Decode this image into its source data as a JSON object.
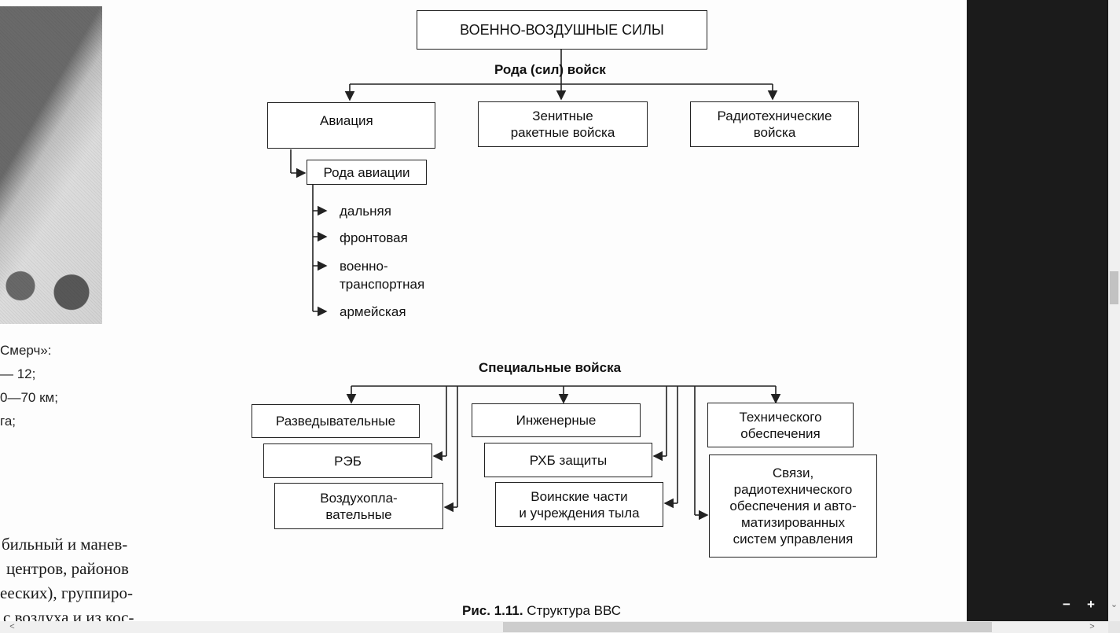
{
  "left_column": {
    "photo_name": "Смерч launcher photo",
    "spec_lines": [
      "Смерч»:",
      "— 12;",
      "0—70 км;",
      "га;"
    ],
    "body_lines": [
      "бильный и манев-",
      "центров, районов",
      "ееских), группиро-",
      "с воздуха и из кос-"
    ]
  },
  "diagram": {
    "title": "ВОЕННО-ВОЗДУШНЫЕ СИЛЫ",
    "branches_heading": "Рода (сил) войск",
    "branches": [
      [
        "Авиация"
      ],
      [
        "Зенитные",
        "ракетные войска"
      ],
      [
        "Радиотехнические",
        "войска"
      ]
    ],
    "aviation_kinds_label": "Рода авиации",
    "aviation_kinds": [
      [
        "дальняя"
      ],
      [
        "фронтовая"
      ],
      [
        "военно-",
        "транспортная"
      ],
      [
        "армейская"
      ]
    ],
    "special_heading": "Специальные войска",
    "special_left": [
      [
        "Разведывательные"
      ],
      [
        "РЭБ"
      ],
      [
        "Воздухопла-",
        "вательные"
      ]
    ],
    "special_center": [
      [
        "Инженерные"
      ],
      [
        "РХБ защиты"
      ],
      [
        "Воинские части",
        "и учреждения тыла"
      ]
    ],
    "special_right": [
      [
        "Технического",
        "обеспечения"
      ],
      [
        "Связи,",
        "радиотехнического",
        "обеспечения и авто-",
        "матизированных",
        "систем управления"
      ]
    ],
    "caption_label": "Рис. 1.11.",
    "caption_text": " Структура ВВС"
  },
  "viewer": {
    "zoom_out": "−",
    "zoom_in": "+",
    "scroll_left": "<",
    "scroll_right": ">",
    "scroll_down": "⌄"
  },
  "colors": {
    "ink": "#222222",
    "viewer_dark": "#1b1b1b",
    "scrollbar": "#f0f0f0"
  }
}
